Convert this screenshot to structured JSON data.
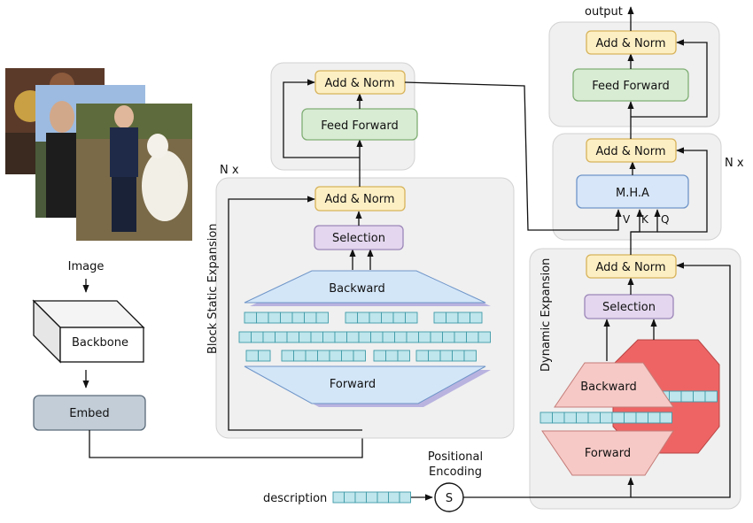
{
  "labels": {
    "image": "Image",
    "backbone": "Backbone",
    "embed": "Embed",
    "n_x": "N x",
    "block_static_expansion": "Block Static Expansion",
    "dynamic_expansion": "Dynamic Expansion",
    "add_norm": "Add & Norm",
    "feed_forward": "Feed Forward",
    "selection": "Selection",
    "backward": "Backward",
    "forward": "Forward",
    "mha": "M.H.A",
    "v": "V",
    "k": "K",
    "q": "Q",
    "output": "output",
    "positional_encoding_line1": "Positional",
    "positional_encoding_line2": "Encoding",
    "s": "S",
    "description": "description"
  },
  "colors": {
    "add_norm_fill": "#fdefc4",
    "add_norm_stroke": "#d7b35a",
    "feed_forward_fill": "#d8ebd3",
    "feed_forward_stroke": "#7fae74",
    "selection_fill": "#e3d6ee",
    "selection_stroke": "#9c86b8",
    "mha_fill": "#d7e6f8",
    "mha_stroke": "#6f95c8",
    "embed_fill": "#c2cdd7",
    "embed_stroke": "#5b6b7a",
    "token_fill": "#bfe6ec",
    "token_stroke": "#3f9aa8",
    "static_trap_fill": "#d3e6f8",
    "static_trap_shadow": "#b9b3e0",
    "dynamic_red": "#ee6464",
    "dynamic_pink": "#f6c9c6",
    "panel_fill": "#f0f0f0",
    "panel_stroke": "#d2d2d2"
  },
  "icons": {
    "photo_stack": "photo-stack-icon"
  }
}
